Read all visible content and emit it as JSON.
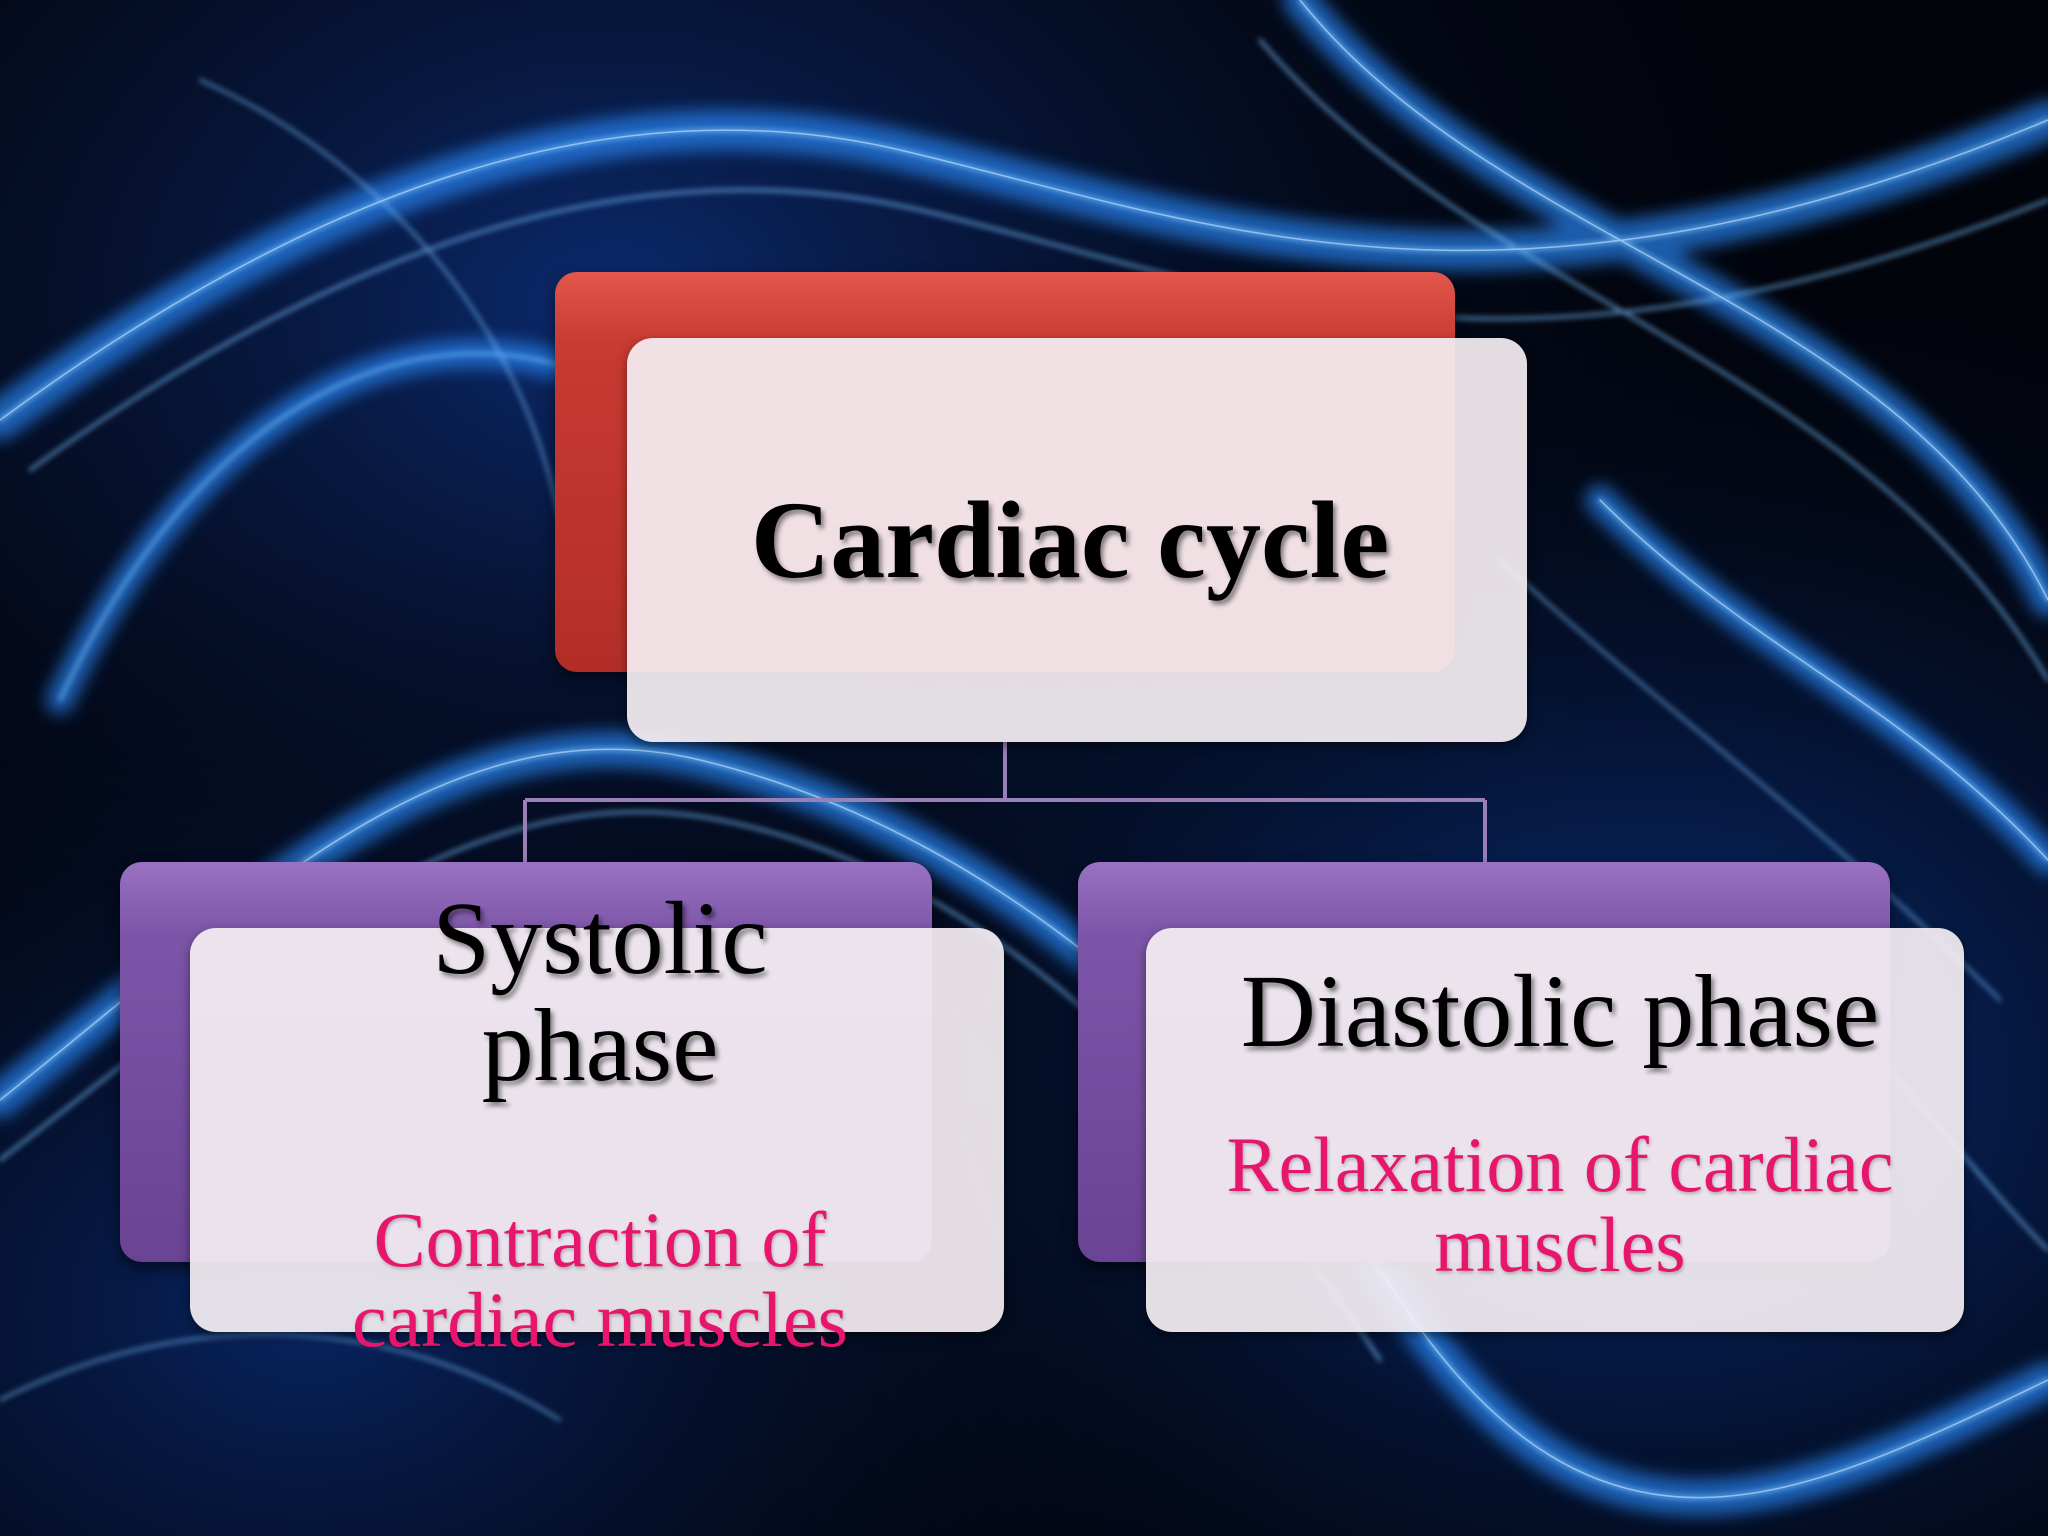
{
  "root": {
    "title": "Cardiac cycle",
    "accent_color": "#c83a32"
  },
  "phases": [
    {
      "title": "Systolic phase",
      "description": "Contraction of cardiac muscles",
      "accent_color": "#7d55a8"
    },
    {
      "title": "Diastolic phase",
      "description": "Relaxation of cardiac muscles",
      "accent_color": "#7d55a8"
    }
  ],
  "colors": {
    "description_text": "#e8156d",
    "card_face": "#f4eef2",
    "background": "#02040c",
    "background_glow": "#1e7bff"
  }
}
